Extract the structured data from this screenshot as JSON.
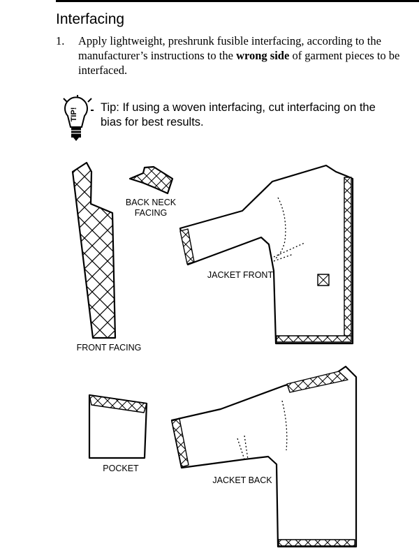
{
  "section": {
    "title": "Interfacing"
  },
  "step": {
    "number": "1.",
    "text_before": "Apply lightweight, preshrunk fusible interfacing, according to the manufacturer’s instructions to the ",
    "bold": "wrong side",
    "text_after": " of garment pieces to be interfaced."
  },
  "tip": {
    "icon_label": "TIP!",
    "text": "Tip:  If using a woven interfacing, cut interfacing on the bias for best results."
  },
  "pieces": {
    "back_neck_facing_line1": "BACK NECK",
    "back_neck_facing_line2": "FACING",
    "front_facing": "FRONT FACING",
    "jacket_front": "JACKET FRONT",
    "pocket": "POCKET",
    "jacket_back": "JACKET BACK"
  }
}
